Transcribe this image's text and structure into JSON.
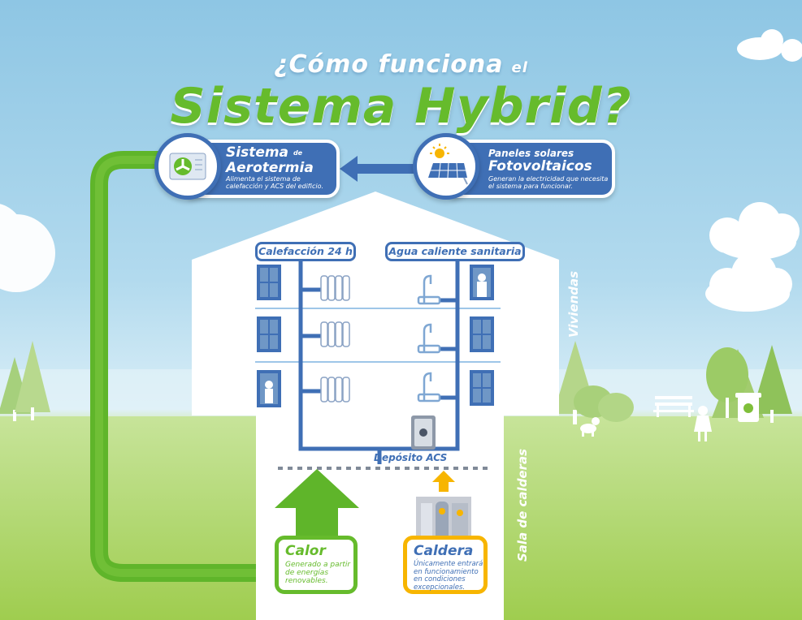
{
  "title": {
    "line1": "¿Cómo funciona",
    "line1_small": "el",
    "line2": "Sistema Hybrid?"
  },
  "aerotermia": {
    "pre": "Sistema",
    "small": "de",
    "name": "Aerotermia",
    "desc": "Alimenta el sistema de calefacción y ACS del edificio."
  },
  "paneles": {
    "pre": "Paneles solares",
    "name": "Fotovoltaicos",
    "desc": "Generan la electricidad que necesita el sistema para funcionar."
  },
  "labels": {
    "calefaccion": "Calefacción 24 h",
    "agua": "Agua caliente sanitaria",
    "viviendas": "Viviendas",
    "deposito": "Depósito ACS",
    "sala": "Sala de calderas"
  },
  "calor": {
    "title": "Calor",
    "desc": "Generado a partir de energías renovables."
  },
  "caldera": {
    "title": "Caldera",
    "desc": "Únicamente entrará en funcionamiento en condiciones excepcionales."
  },
  "colors": {
    "green": "#66bb2c",
    "blue": "#3f6fb5",
    "yellow": "#f7b500",
    "sky": "#a8d5ec"
  },
  "icons": [
    "fan-icon",
    "sun-icon",
    "solar-panel-icon",
    "radiator-icon",
    "faucet-icon",
    "window-icon",
    "tank-icon",
    "boiler-icon",
    "tree-icon",
    "cloud-icon",
    "bench-icon",
    "recycle-bin-icon",
    "dog-icon",
    "child-icon"
  ]
}
